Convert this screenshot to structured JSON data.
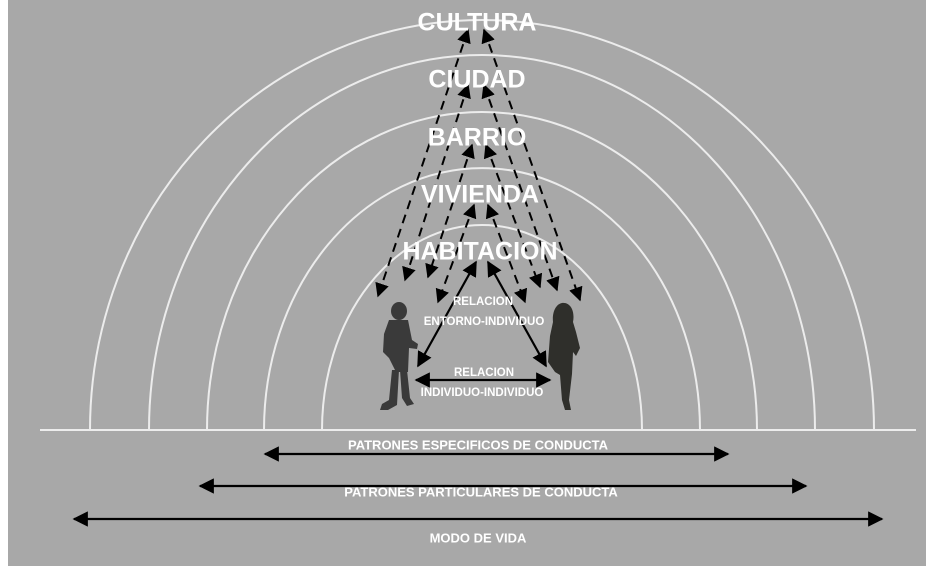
{
  "levels": [
    "CULTURA",
    "CIUDAD",
    "BARRIO",
    "VIVIENDA",
    "HABITACION"
  ],
  "relations": {
    "entorno_individuo": [
      "RELACION",
      "ENTORNO-INDIVIDUO"
    ],
    "individuo_individuo": [
      "RELACION",
      "INDIVIDUO-INDIVIDUO"
    ]
  },
  "scales": {
    "especificos": "PATRONES ESPECIFICOS DE CONDUCTA",
    "particulares": "PATRONES PARTICULARES DE CONDUCTA",
    "modo_vida": "MODO DE VIDA"
  },
  "colors": {
    "background": "#a8a8a8",
    "rings": "#ececec",
    "arrows": "#000000",
    "text": "#ffffff"
  }
}
